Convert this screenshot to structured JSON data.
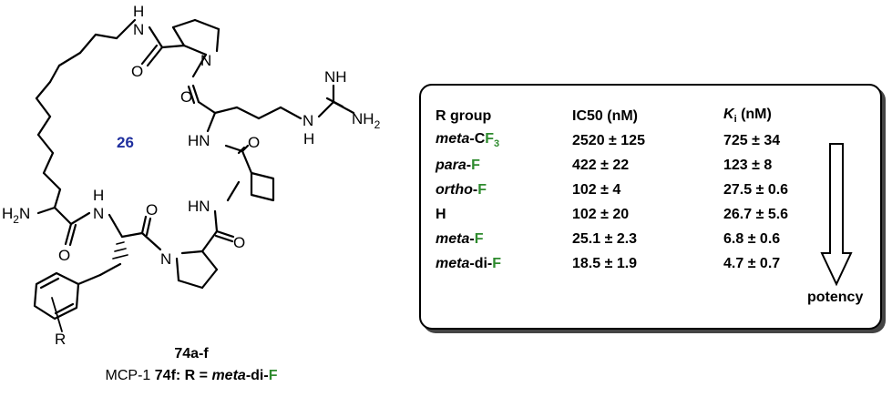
{
  "molecule": {
    "number_label": "26",
    "atoms": {
      "nh_top": "H",
      "n_top": "N",
      "o_left_upper": "O",
      "o_prolyl_carbonyl": "O",
      "nh_guan": "NH",
      "nh_guan2": "H",
      "n_guan": "N",
      "nh2_guan": "NH",
      "nh2_sub": "2",
      "hn_arg": "HN",
      "o_arg": "O",
      "hn_cb": "HN",
      "h2n": "H",
      "h2n_sub": "2",
      "h2n_N": "N",
      "nh_phe_h": "H",
      "nh_phe_n": "N",
      "o_lys": "O",
      "o_phe": "O",
      "n_pro2": "N",
      "o_pro2": "O",
      "r_group": "R"
    },
    "compound_id": "74a-f",
    "compound_desc_prefix": "MCP-1",
    "compound_desc_bold": "74f: R = ",
    "compound_desc_italic": "meta",
    "compound_desc_mid": "-di-",
    "compound_desc_green": "F",
    "highlight_color": "#2e8b2e",
    "number_color": "#1f2f9e"
  },
  "table": {
    "headers": {
      "r_group": "R group",
      "ic50": "IC50 (nM)",
      "ki_italic": "K",
      "ki_sub": "i",
      "ki_rest": " (nM)"
    },
    "rows": [
      {
        "italic": "meta",
        "plain": "-C",
        "green": "F",
        "sub": "3",
        "ic50": "2520 ± 125",
        "ki": "725 ± 34"
      },
      {
        "italic": "para",
        "plain": "-",
        "green": "F",
        "sub": "",
        "ic50": "422 ± 22",
        "ki": "123 ± 8"
      },
      {
        "italic": "ortho",
        "plain": "-",
        "green": "F",
        "sub": "",
        "ic50": "102 ± 4",
        "ki": "27.5 ± 0.6"
      },
      {
        "italic": "",
        "plain": "H",
        "green": "",
        "sub": "",
        "ic50": "102 ± 20",
        "ki": "26.7 ± 5.6"
      },
      {
        "italic": "meta",
        "plain": "-",
        "green": "F",
        "sub": "",
        "ic50": "25.1 ± 2.3",
        "ki": "6.8 ± 0.6"
      },
      {
        "italic": "meta",
        "plain": "-di-",
        "green": "F",
        "sub": "",
        "ic50": "18.5 ± 1.9",
        "ki": "4.7 ± 0.7"
      }
    ],
    "potency_label": "potency"
  }
}
